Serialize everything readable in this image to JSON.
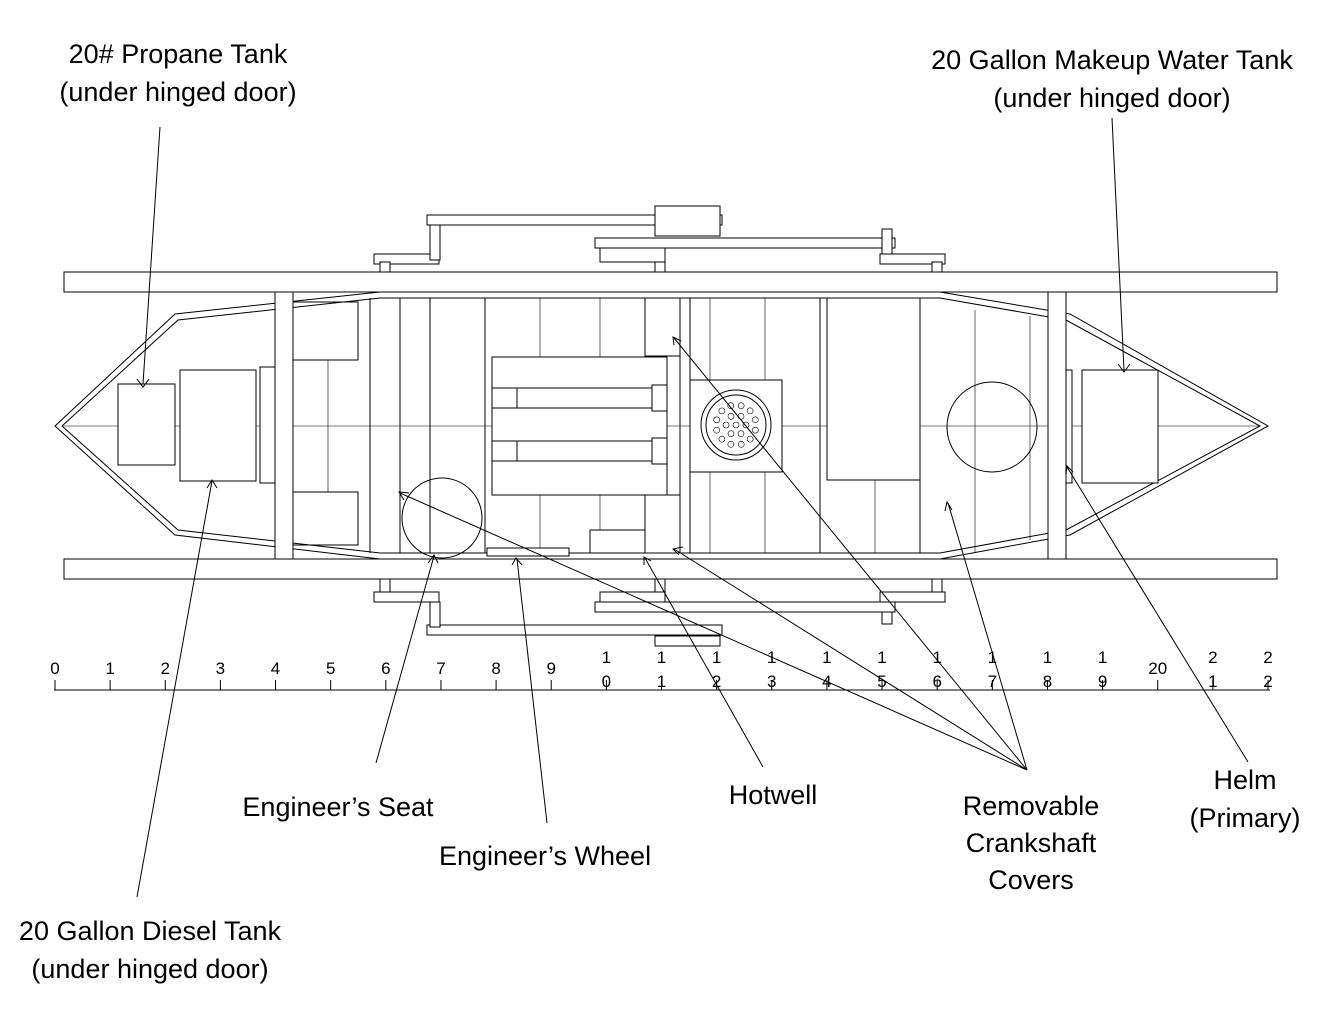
{
  "labels": {
    "propane": [
      "20# Propane Tank",
      "(under hinged door)"
    ],
    "water": [
      "20 Gallon Makeup Water Tank",
      "(under hinged door)"
    ],
    "diesel": [
      "20 Gallon Diesel Tank",
      "(under hinged door)"
    ],
    "seat": "Engineer’s Seat",
    "wheel": "Engineer’s Wheel",
    "hotwell": "Hotwell",
    "covers": [
      "Removable",
      "Crankshaft",
      "Covers"
    ],
    "helm": [
      "Helm",
      "(Primary)"
    ]
  },
  "scale_ticks": [
    [
      "0"
    ],
    [
      "1"
    ],
    [
      "2"
    ],
    [
      "3"
    ],
    [
      "4"
    ],
    [
      "5"
    ],
    [
      "6"
    ],
    [
      "7"
    ],
    [
      "8"
    ],
    [
      "9"
    ],
    [
      "1",
      "0"
    ],
    [
      "1",
      "1"
    ],
    [
      "1",
      "2"
    ],
    [
      "1",
      "3"
    ],
    [
      "1",
      "4"
    ],
    [
      "1",
      "5"
    ],
    [
      "1",
      "6"
    ],
    [
      "1",
      "7"
    ],
    [
      "1",
      "8"
    ],
    [
      "1",
      "9"
    ],
    [
      "20"
    ],
    [
      "2",
      "1"
    ],
    [
      "2",
      "2"
    ]
  ]
}
